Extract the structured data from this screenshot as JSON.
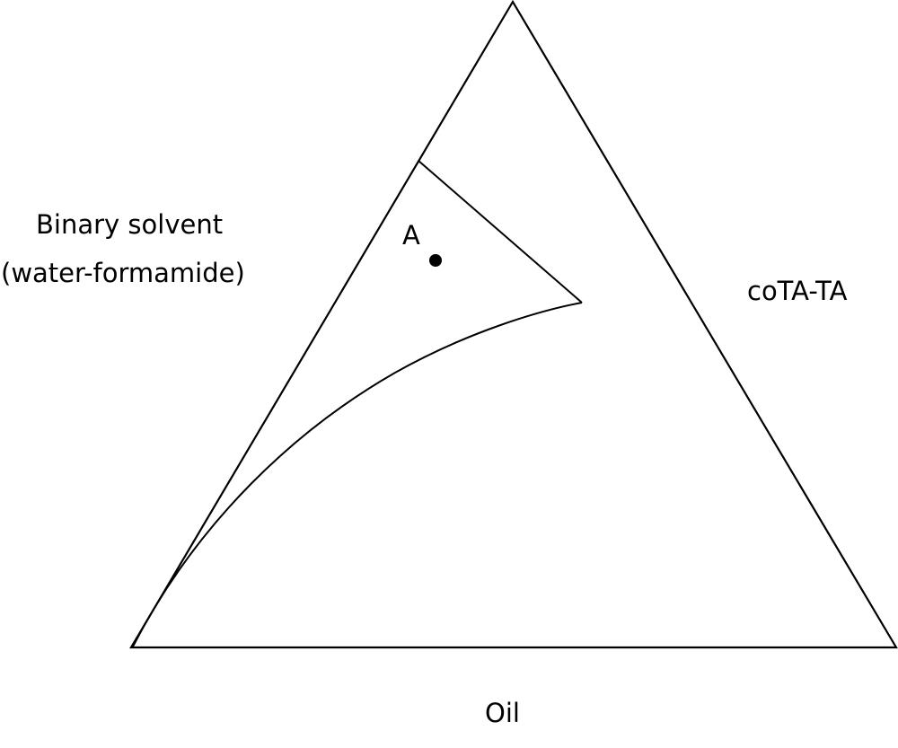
{
  "diagram": {
    "type": "ternary-phase-diagram",
    "vertices": {
      "left": "Binary solvent",
      "left_sub": "(water-formamide)",
      "right": "coTA-TA",
      "bottom": "Oil"
    },
    "point_label": "A",
    "colors": {
      "stroke": "#000000",
      "background": "#ffffff"
    }
  }
}
